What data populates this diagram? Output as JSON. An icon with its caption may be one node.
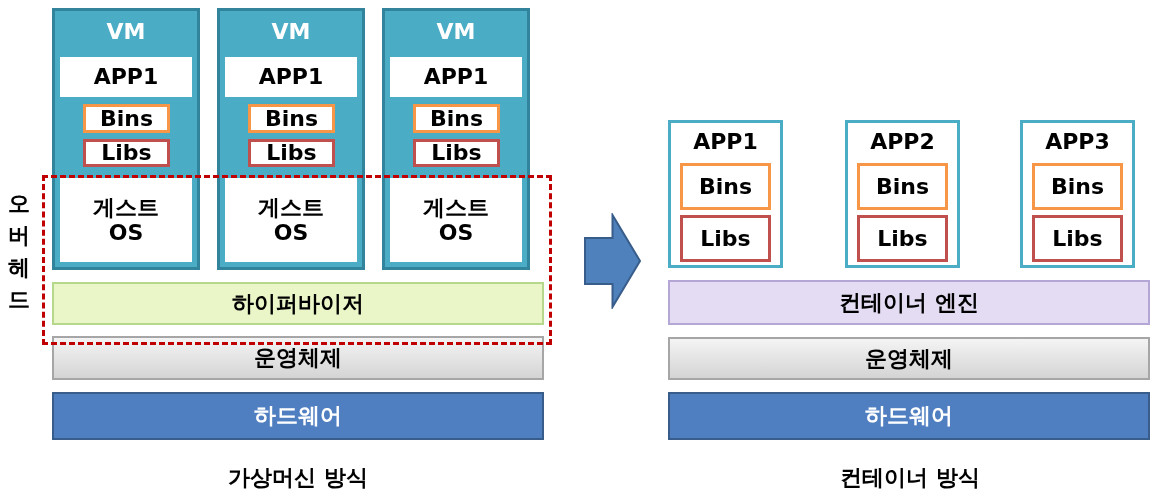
{
  "diagram": {
    "nodes": [
      {
        "text": [
          "VM"
        ]
      },
      {
        "text": [
          "APP1"
        ],
        "in": 0
      },
      {
        "text": [
          "Bins"
        ],
        "in": 0
      },
      {
        "text": [
          "Libs"
        ],
        "in": 0
      },
      {
        "text": [
          "게스트 OS"
        ]
      },
      {
        "text": [
          "VM"
        ]
      },
      {
        "text": [
          "APP1"
        ],
        "in": 5
      },
      {
        "text": [
          "Bins"
        ],
        "in": 5
      },
      {
        "text": [
          "Libs"
        ],
        "in": 5
      },
      {
        "text": [
          "게스트 OS"
        ]
      },
      {
        "text": [
          "VM"
        ]
      },
      {
        "text": [
          "APP1"
        ],
        "in": 10
      },
      {
        "text": [
          "Bins"
        ],
        "in": 10
      },
      {
        "text": [
          "Libs"
        ],
        "in": 10
      },
      {
        "text": [
          "게스트 OS"
        ]
      },
      {
        "text": [
          "오버헤드"
        ]
      },
      {
        "text": [
          "하이퍼바이저"
        ],
        "in": 15
      },
      {
        "text": [
          "운영체제"
        ]
      },
      {
        "text": [
          "하드웨어"
        ]
      },
      {
        "text": [
          "APP1"
        ]
      },
      {
        "text": [
          "Bins"
        ],
        "in": 19
      },
      {
        "text": [
          "Libs"
        ],
        "in": 19
      },
      {
        "text": [
          "APP2"
        ]
      },
      {
        "text": [
          "Bins"
        ],
        "in": 22
      },
      {
        "text": [
          "Libs"
        ],
        "in": 22
      },
      {
        "text": [
          "APP3"
        ]
      },
      {
        "text": [
          "Bins"
        ],
        "in": 25
      },
      {
        "text": [
          "Libs"
        ],
        "in": 25
      },
      {
        "text": [
          "컨테이너 엔진"
        ]
      },
      {
        "text": [
          "운영체제"
        ]
      },
      {
        "text": [
          "하드웨어"
        ]
      }
    ],
    "edges": [
      {
        "from": 15,
        "to": 28,
        "arrow": "to"
      }
    ],
    "labels": [
      "가상머신 방식",
      "컨테이너 방식"
    ]
  }
}
